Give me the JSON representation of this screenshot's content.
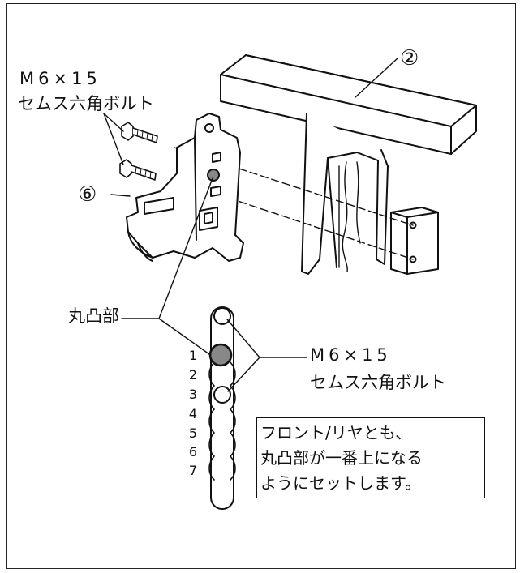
{
  "labels": {
    "bolt_top_line1": "M6×15",
    "bolt_top_line2": "セムス六角ボルト",
    "part_2": "②",
    "part_6": "⑥",
    "boss_label": "丸凸部",
    "bolt_right_line1": "M6×15",
    "bolt_right_line2": "セムス六角ボルト"
  },
  "positions": [
    "1",
    "2",
    "3",
    "4",
    "5",
    "6",
    "7"
  ],
  "note": {
    "line1": "フロント/リヤとも、",
    "line2": "丸凸部が一番上になる",
    "line3": "ようにセットします。"
  }
}
